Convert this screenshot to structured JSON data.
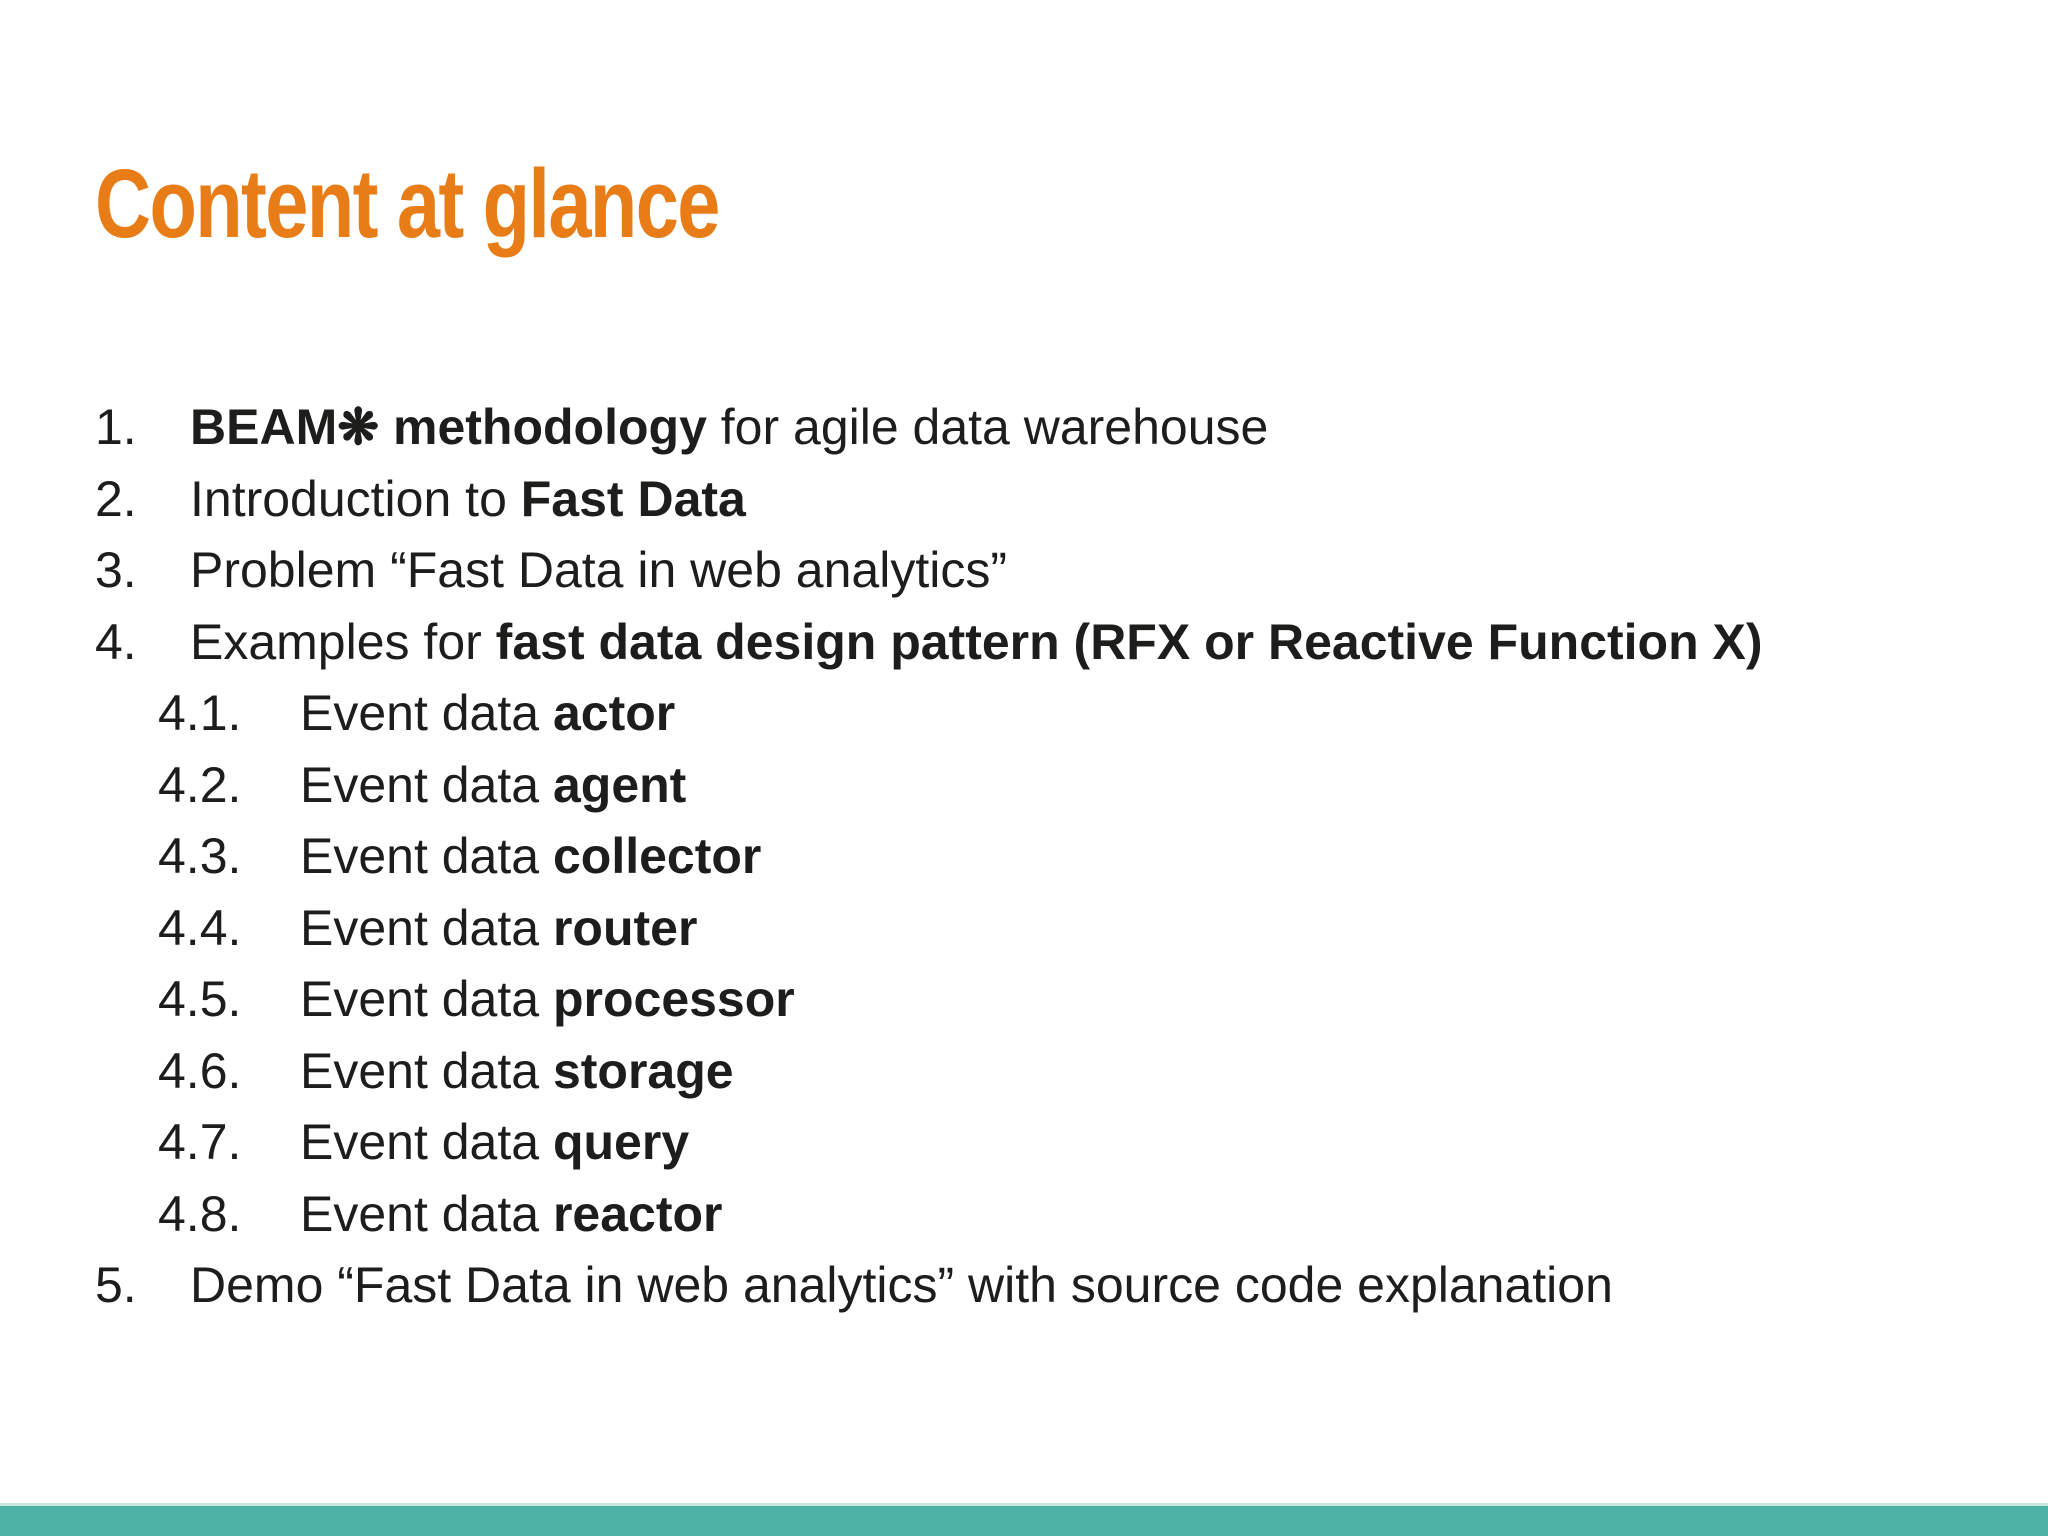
{
  "slide": {
    "title": "Content at glance",
    "colors": {
      "accent": "#e87d17",
      "text": "#1d1d1b",
      "footer": "#4fb2a6",
      "footer_edge": "#c8e8e4",
      "background": "#ffffff"
    },
    "toc": {
      "items": [
        {
          "number": "1.",
          "level": 0,
          "segments": [
            {
              "t": "BEAM❋ methodology",
              "b": true
            },
            {
              "t": " for agile data warehouse",
              "b": false
            }
          ]
        },
        {
          "number": "2.",
          "level": 0,
          "segments": [
            {
              "t": "Introduction to ",
              "b": false
            },
            {
              "t": "Fast Data",
              "b": true
            }
          ]
        },
        {
          "number": "3.",
          "level": 0,
          "segments": [
            {
              "t": "Problem “Fast Data in web analytics”",
              "b": false
            }
          ]
        },
        {
          "number": "4.",
          "level": 0,
          "segments": [
            {
              "t": "Examples for ",
              "b": false
            },
            {
              "t": "fast data design pattern (RFX or Reactive Function X)",
              "b": true
            }
          ]
        },
        {
          "number": "4.1.",
          "level": 1,
          "segments": [
            {
              "t": "Event data ",
              "b": false
            },
            {
              "t": "actor",
              "b": true
            }
          ]
        },
        {
          "number": "4.2.",
          "level": 1,
          "segments": [
            {
              "t": "Event data ",
              "b": false
            },
            {
              "t": "agent",
              "b": true
            }
          ]
        },
        {
          "number": "4.3.",
          "level": 1,
          "segments": [
            {
              "t": "Event data ",
              "b": false
            },
            {
              "t": "collector",
              "b": true
            }
          ]
        },
        {
          "number": "4.4.",
          "level": 1,
          "segments": [
            {
              "t": "Event data ",
              "b": false
            },
            {
              "t": "router",
              "b": true
            }
          ]
        },
        {
          "number": "4.5.",
          "level": 1,
          "segments": [
            {
              "t": "Event data ",
              "b": false
            },
            {
              "t": "processor",
              "b": true
            }
          ]
        },
        {
          "number": "4.6.",
          "level": 1,
          "segments": [
            {
              "t": "Event data ",
              "b": false
            },
            {
              "t": "storage",
              "b": true
            }
          ]
        },
        {
          "number": "4.7.",
          "level": 1,
          "segments": [
            {
              "t": "Event data ",
              "b": false
            },
            {
              "t": "query",
              "b": true
            }
          ]
        },
        {
          "number": "4.8.",
          "level": 1,
          "segments": [
            {
              "t": "Event data ",
              "b": false
            },
            {
              "t": "reactor",
              "b": true
            }
          ]
        },
        {
          "number": "5.",
          "level": 0,
          "segments": [
            {
              "t": "Demo “Fast Data in web analytics” with source code explanation",
              "b": false
            }
          ]
        }
      ]
    }
  }
}
